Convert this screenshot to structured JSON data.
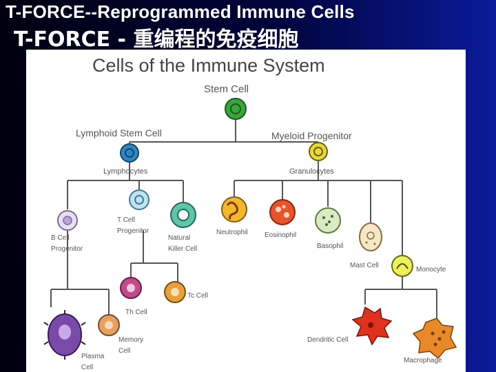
{
  "slide": {
    "title_en": "T-FORCE--Reprogrammed Immune Cells",
    "title_cn": "T-FORCE - 重编程的免疫细胞"
  },
  "diagram": {
    "heading": "Cells of the Immune System",
    "labels": {
      "stem_cell": "Stem Cell",
      "lymphoid_stem_cell": "Lymphoid Stem Cell",
      "myeloid_progenitor": "Myeloid Progenitor",
      "lymphocytes": "Lymphocytes",
      "granulocytes": "Granulocytes",
      "b_cell_1": "B Cell",
      "b_cell_2": "Progenitor",
      "t_cell_1": "T Cell",
      "t_cell_2": "Progenitor",
      "nk_1": "Natural",
      "nk_2": "Killer Cell",
      "neutrophil": "Neutrophil",
      "eosinophil": "Eosinophil",
      "basophil": "Basophil",
      "mast_cell": "Mast Cell",
      "monocyte": "Monocyte",
      "th_cell": "Th Cell",
      "tc_cell": "Tc Cell",
      "plasma_1": "Plasma",
      "plasma_2": "Cell",
      "memory_1": "Memory",
      "memory_2": "Cell",
      "dendritic_cell": "Dendritic Cell",
      "macrophage": "Macrophage"
    }
  }
}
